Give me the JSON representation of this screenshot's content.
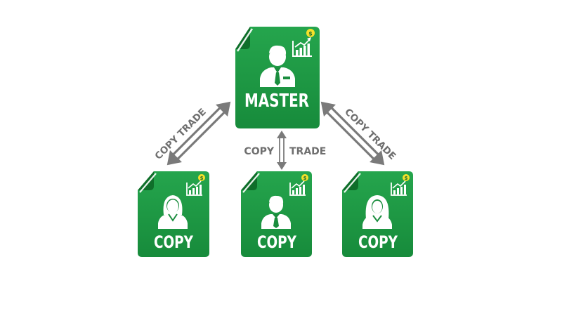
{
  "master": {
    "label": "MASTER",
    "badge": "$"
  },
  "copies": [
    {
      "label": "COPY",
      "badge": "$"
    },
    {
      "label": "COPY",
      "badge": "$"
    },
    {
      "label": "COPY",
      "badge": "$"
    }
  ],
  "arrows": {
    "left": "COPY TRADE",
    "center_left": "COPY",
    "center_right": "TRADE",
    "right": "COPY TRADE"
  },
  "colors": {
    "card_green": "#1f9a45",
    "card_green_dark": "#127a31",
    "fold_green": "#0f6e2a",
    "arrow_gray": "#7a7a7a",
    "badge_yellow": "#f5e12a"
  },
  "icons": [
    "person-male-icon",
    "person-female-icon",
    "chart-up-icon",
    "dollar-coin-icon"
  ]
}
